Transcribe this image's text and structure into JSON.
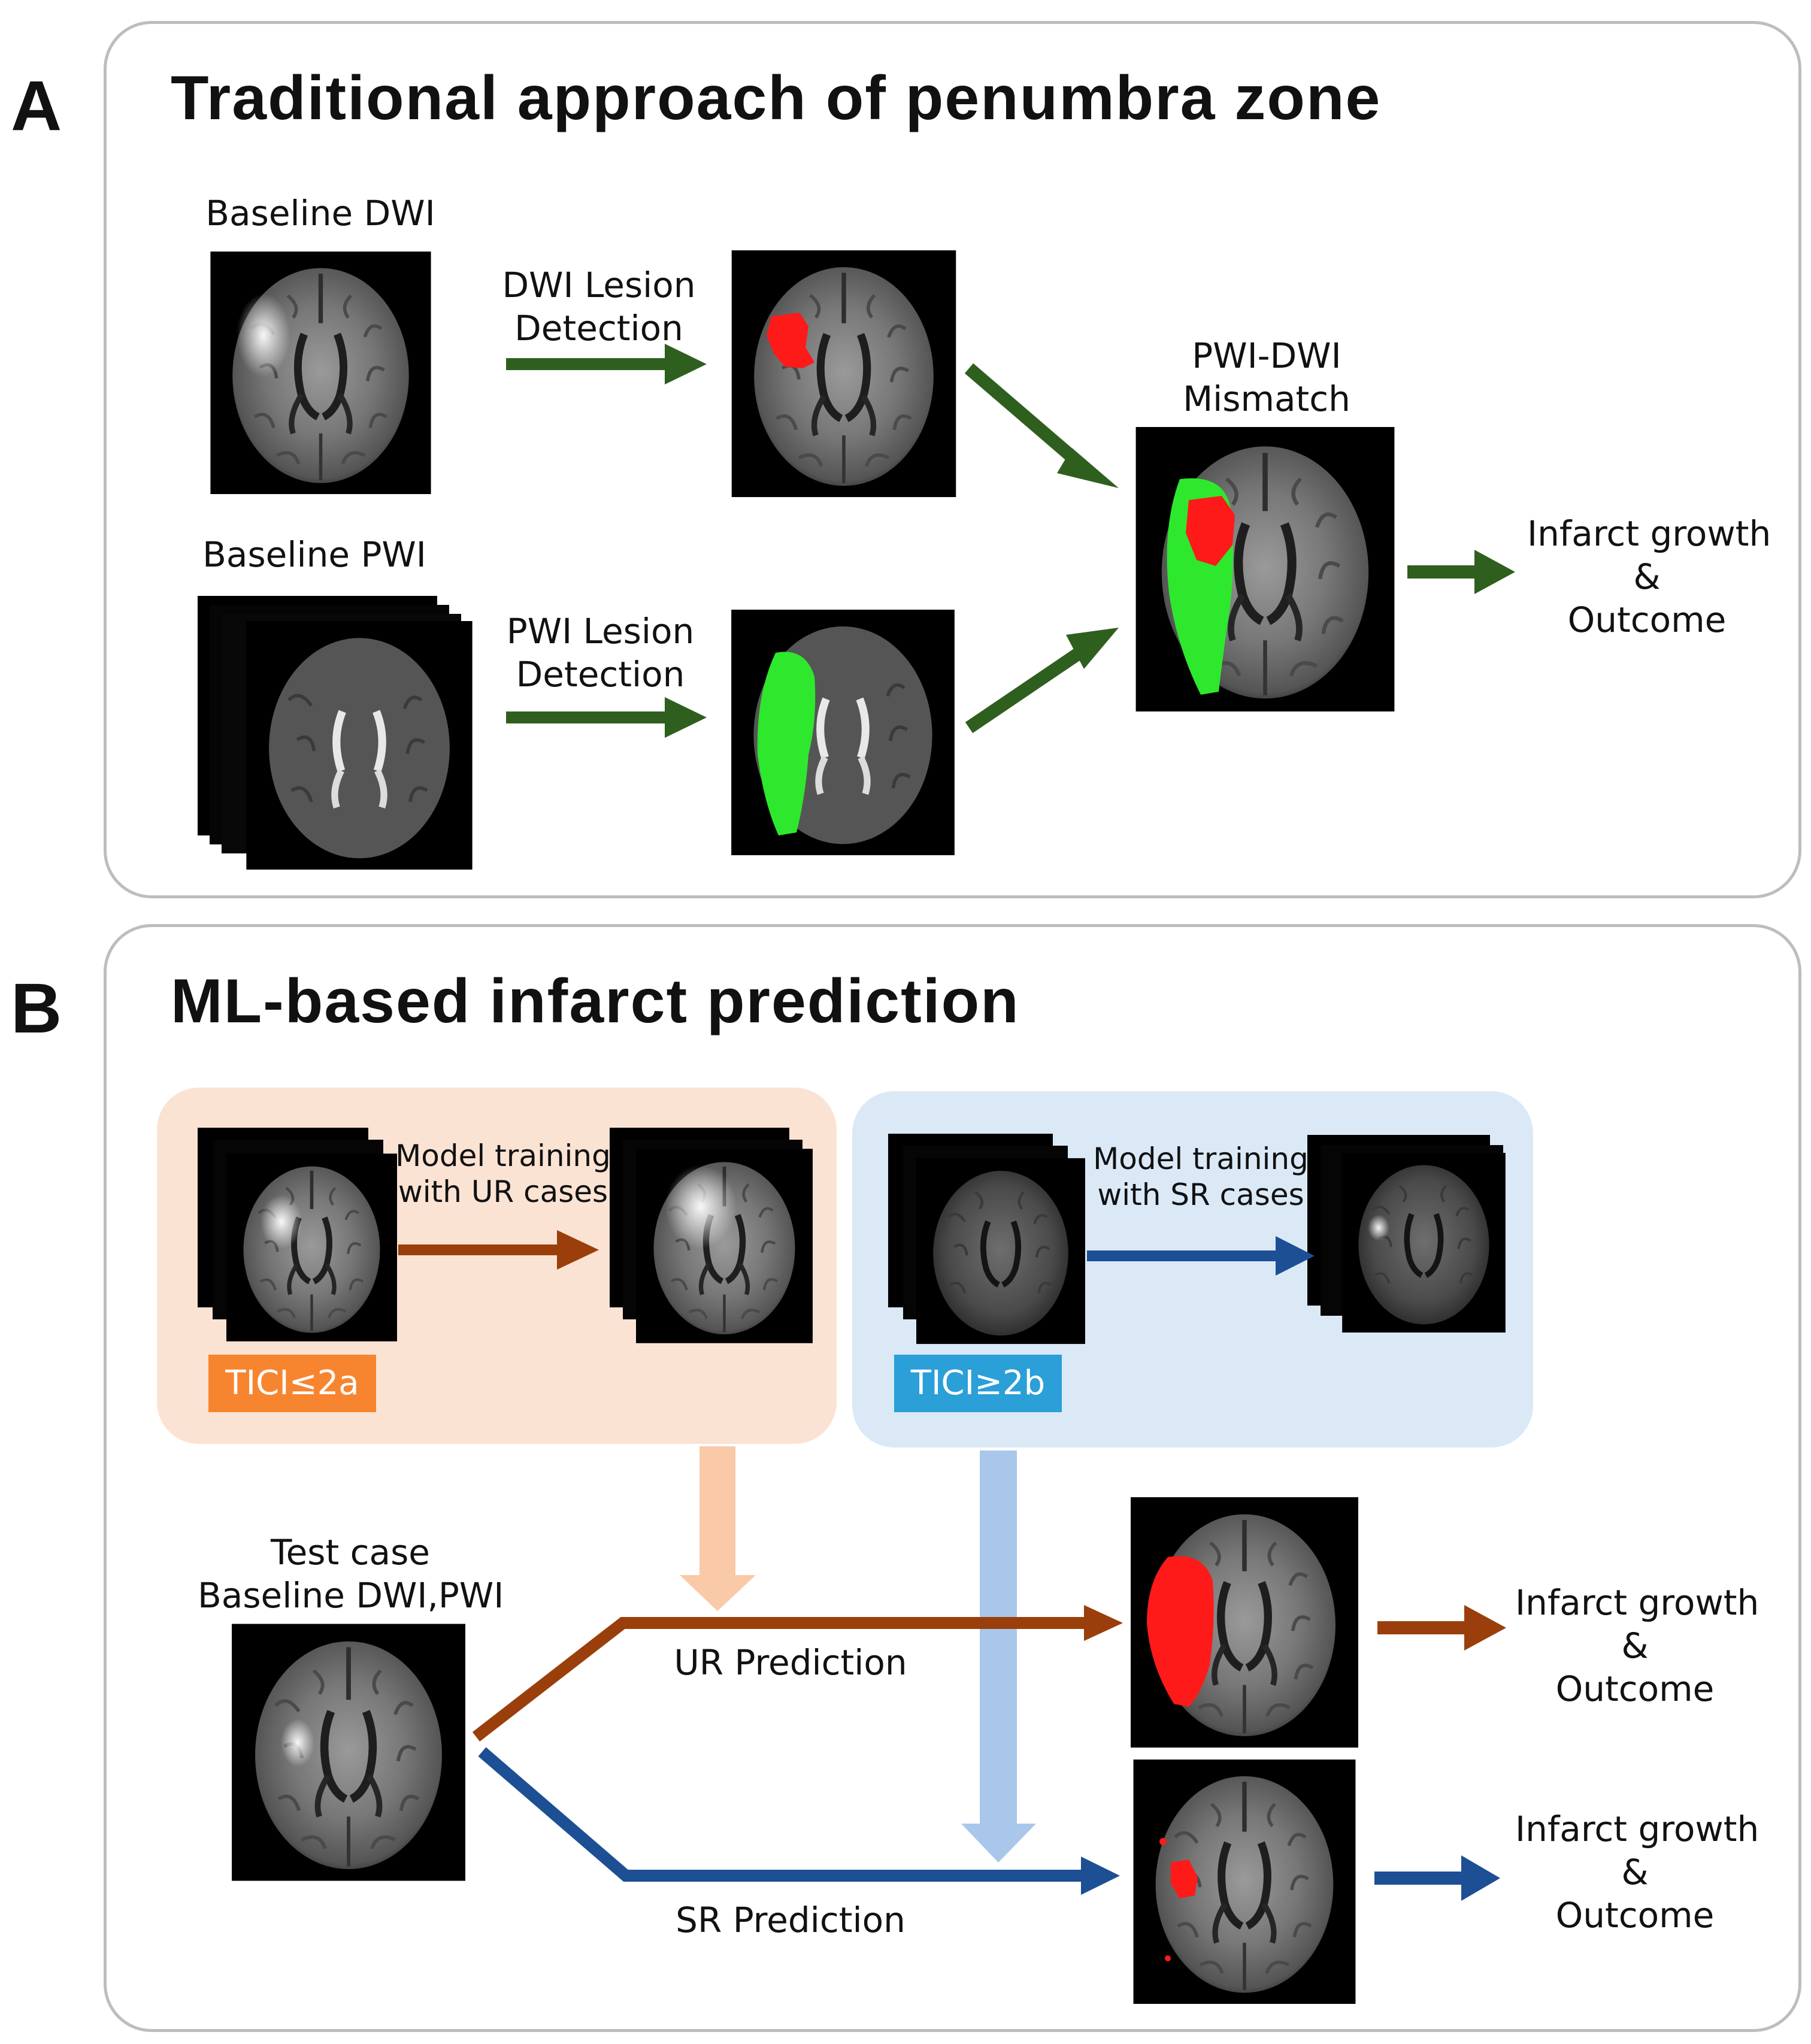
{
  "panel_a": {
    "letter": "A",
    "title": "Traditional approach of penumbra zone",
    "baseline_dwi": "Baseline DWI",
    "baseline_pwi": "Baseline PWI",
    "dwi_detect": [
      "DWI Lesion",
      "Detection"
    ],
    "pwi_detect": [
      "PWI Lesion",
      "Detection"
    ],
    "mismatch": [
      "PWI-DWI",
      "Mismatch"
    ],
    "result": [
      "Infarct growth",
      "&",
      "Outcome"
    ]
  },
  "panel_b": {
    "letter": "B",
    "title": "ML-based infarct prediction",
    "ur_training": [
      "Model training",
      "with UR cases"
    ],
    "sr_training": [
      "Model training",
      "with SR cases"
    ],
    "tici_low": "TICI≤2a",
    "tici_high": "TICI≥2b",
    "test_case": [
      "Test case",
      "Baseline DWI,PWI"
    ],
    "ur_prediction": "UR Prediction",
    "sr_prediction": "SR Prediction",
    "result_ur": [
      "Infarct growth",
      "&",
      "Outcome"
    ],
    "result_sr": [
      "Infarct growth",
      "&",
      "Outcome"
    ]
  },
  "colors": {
    "green_arrow": "#2f5f1e",
    "brown_arrow": "#9a3f0b",
    "blue_arrow": "#1c4f93",
    "orange_box": "#fbe3d4",
    "blue_box": "#dbe9f7",
    "orange_badge": "#f7852f",
    "blue_badge": "#2a9fd8",
    "lesion_red": "#ff1a1a",
    "lesion_green": "#2ee82e"
  }
}
